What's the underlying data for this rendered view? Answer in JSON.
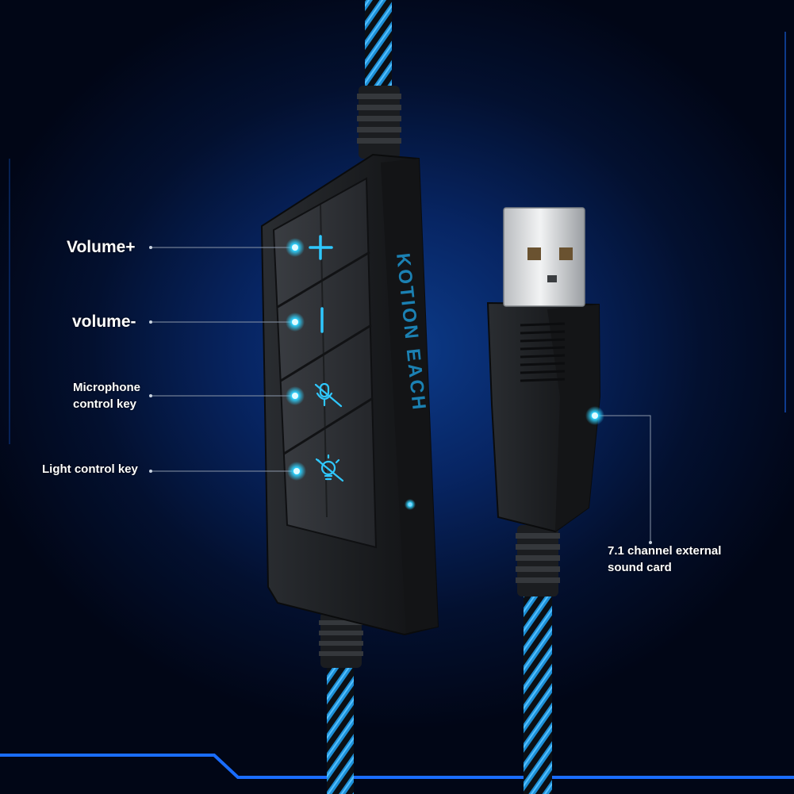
{
  "callouts": {
    "volume_up": "Volume+",
    "volume_down": "volume-",
    "microphone_line1": "Microphone",
    "microphone_line2": "control key",
    "light": "Light control key",
    "sound_card_line1": "7.1 channel external",
    "sound_card_line2": "sound card"
  },
  "controller_text": "KOTION EACH",
  "colors": {
    "accent_glow": "#2fd3ff",
    "cable_blue": "#1d8fd6",
    "frame_blue": "#1a6dff"
  },
  "icons": [
    "plus-icon",
    "minus-icon",
    "mic-mute-icon",
    "light-off-icon"
  ]
}
